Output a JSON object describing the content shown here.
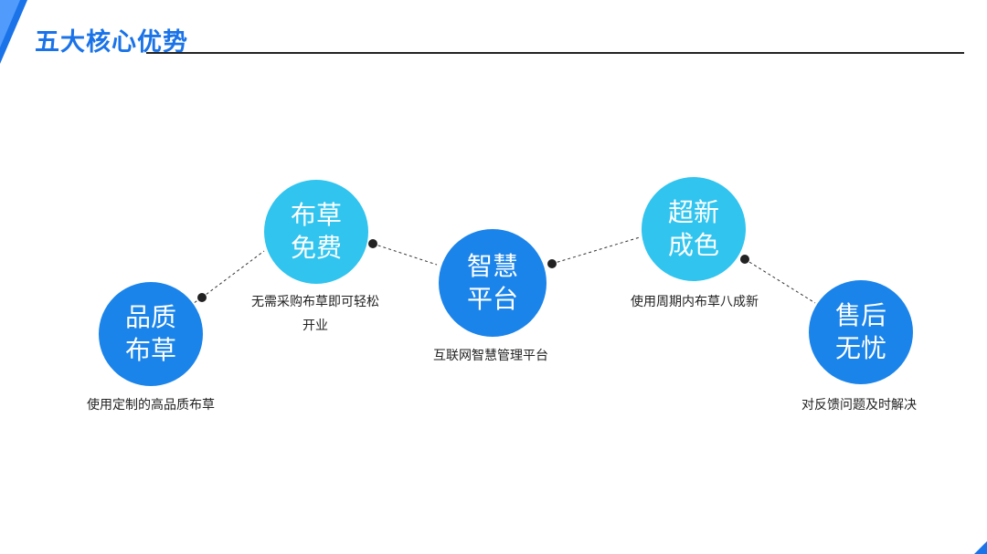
{
  "title": "五大核心优势",
  "items": [
    {
      "line1": "品质",
      "line2": "布草",
      "caption": "使用定制的高品质布草"
    },
    {
      "line1": "布草",
      "line2": "免费",
      "caption_line1": "无需采购布草即可轻松",
      "caption_line2": "开业"
    },
    {
      "line1": "智慧",
      "line2": "平台",
      "caption": "互联网智慧管理平台"
    },
    {
      "line1": "超新",
      "line2": "成色",
      "caption": "使用周期内布草八成新"
    },
    {
      "line1": "售后",
      "line2": "无忧",
      "caption": "对反馈问题及时解决"
    }
  ],
  "colors": {
    "dark_circle": "#1a84ea",
    "light_circle": "#30c4ef",
    "accent": "#1a73e8"
  }
}
